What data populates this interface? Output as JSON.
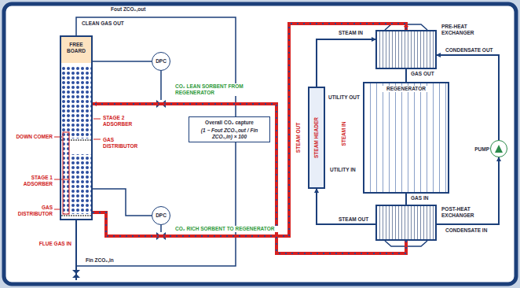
{
  "diagram": {
    "nodes": [
      {
        "text": [
          "FREE BOARD"
        ]
      },
      {
        "text": [
          "DPC"
        ]
      },
      {
        "text": [
          "DPC"
        ]
      },
      {
        "text": [
          "Overall CO₂ capture",
          "(1 − Fout ZCO₂,out / Fin ZCO₂,in) × 100"
        ]
      },
      {
        "text": [
          "STEAM HEADER"
        ]
      },
      {
        "text": [
          "PRE-HEAT EXCHANGER"
        ]
      },
      {
        "text": [
          "REGENERATOR"
        ]
      },
      {
        "text": [
          "POST-HEAT EXCHANGER"
        ]
      },
      {
        "text": [
          "PUMP"
        ]
      }
    ],
    "edges": [
      {
        "from": 1,
        "to": 0,
        "arrow": "none"
      },
      {
        "from": 2,
        "to": 0,
        "arrow": "none"
      },
      {
        "from": 0,
        "to": 5,
        "arrow": "to"
      },
      {
        "from": 7,
        "to": 0,
        "arrow": "to"
      },
      {
        "from": 4,
        "to": 5,
        "arrow": "to"
      },
      {
        "from": 7,
        "to": 4,
        "arrow": "to"
      },
      {
        "from": 5,
        "to": 6,
        "arrow": "none"
      },
      {
        "from": 6,
        "to": 7,
        "arrow": "none"
      },
      {
        "from": 8,
        "to": 5,
        "arrow": "to"
      },
      {
        "from": 7,
        "to": 8,
        "arrow": "to"
      }
    ],
    "labels": [
      "Fout ZCO₂,out",
      "CLEAN GAS OUT",
      "STAGE 2 ADSORBER",
      "DOWN COMER",
      "GAS DISTRIBUTOR",
      "STAGE 1 ADSORBER",
      "GAS DISTRIBUTOR",
      "FLUE GAS IN",
      "Fin ZCO₂,in",
      "CO₂ LEAN SORBENT FROM REGENERATOR",
      "CO₂ RICH SORBENT TO REGENERATOR",
      "STEAM OUT",
      "STEAM IN",
      "STEAM IN",
      "CONDENSATE OUT",
      "GAS OUT",
      "UTILITY OUT",
      "UTILITY IN",
      "GAS IN",
      "STEAM OUT",
      "CONDENSATE IN"
    ]
  }
}
